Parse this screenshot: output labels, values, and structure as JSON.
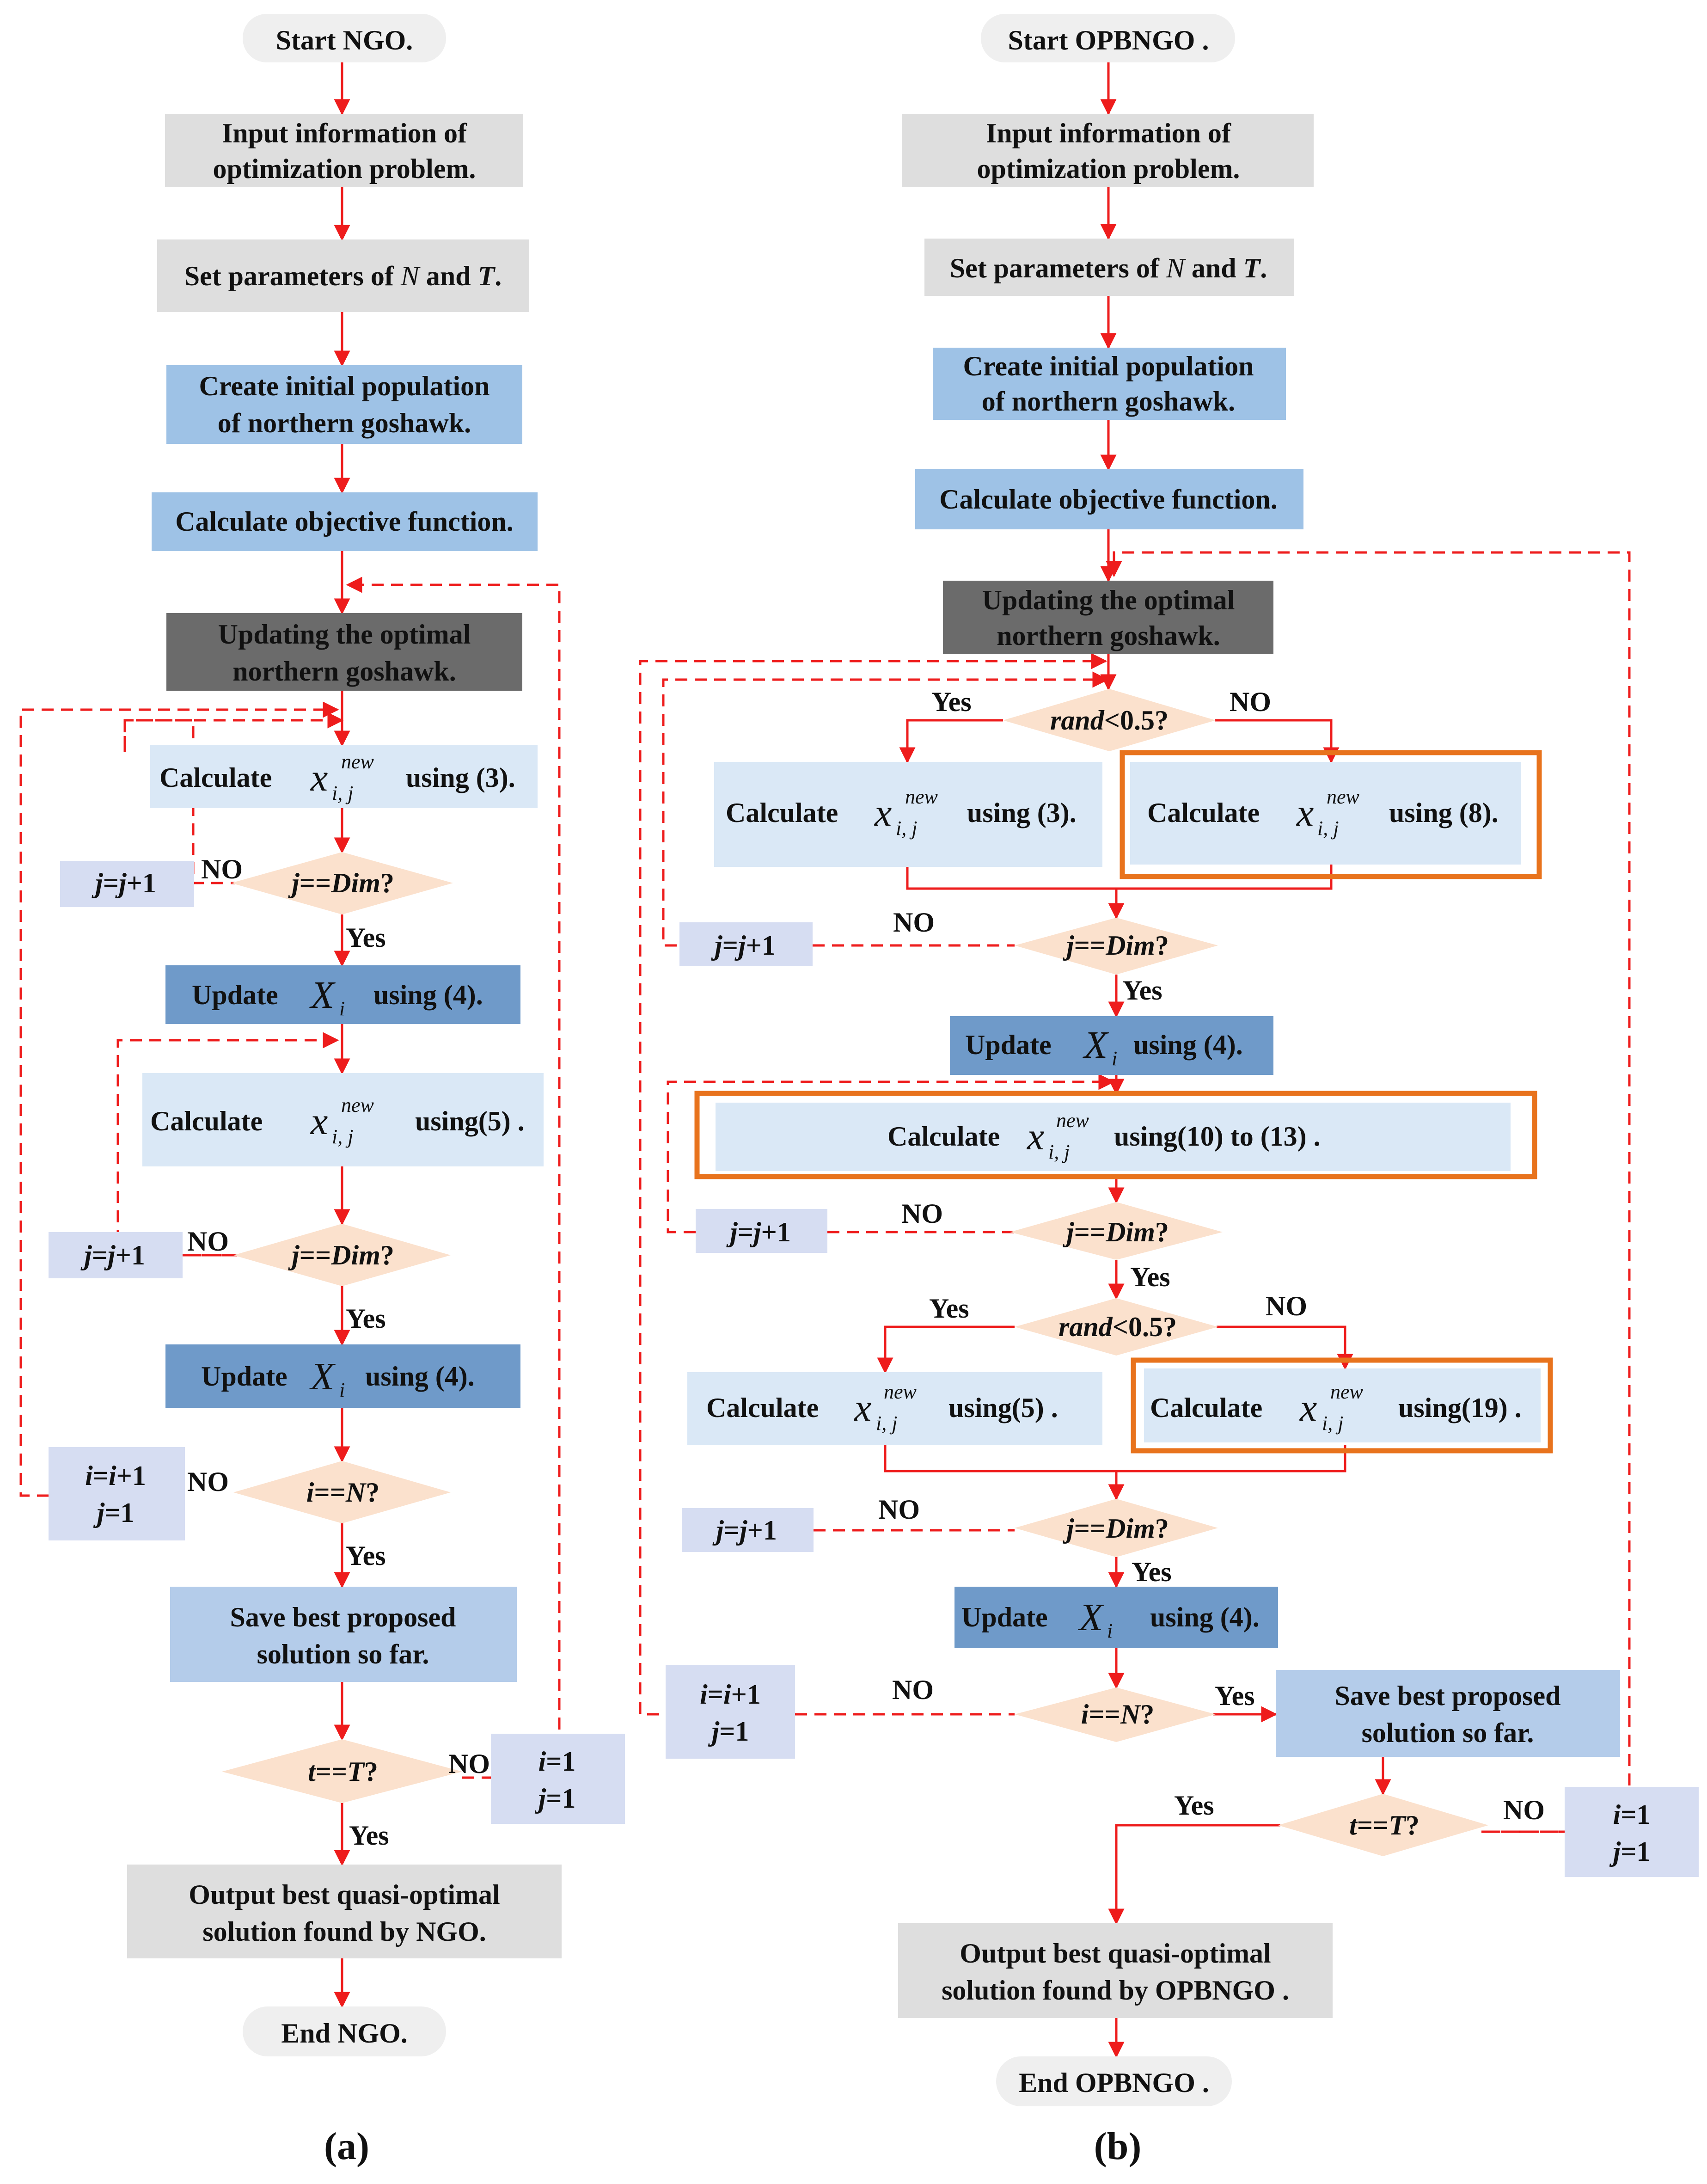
{
  "colors": {
    "terminal": "#efefef",
    "gray": "#dedede",
    "mid_blue": "#9ec2e6",
    "light_blue": "#dae8f6",
    "dark_blue": "#6f9ac9",
    "dark_gray": "#6b6b6b",
    "lavender": "#d6ddf2",
    "diamond": "#fbe1cd",
    "arrow": "#ee1c1c",
    "highlight": "#e8731d"
  },
  "common": {
    "input_l1": "Input information of",
    "input_l2": "optimization problem.",
    "set_pre": "Set parameters of ",
    "set_N": "N",
    "set_mid": " and ",
    "set_T": "T",
    "set_post": ".",
    "create_l1": "Create initial population",
    "create_l2": "of northern goshawk.",
    "objective": "Calculate objective function.",
    "update_opt_l1": "Updating the optimal",
    "update_opt_l2": "northern goshawk.",
    "calculate": "Calculate",
    "x_sym": "x",
    "x_sup": "new",
    "x_sub": "i, j",
    "update": "Update",
    "X_sym": "X",
    "X_sub": "i",
    "using4": "using (4).",
    "using3": "using (3).",
    "using5": "using(5) .",
    "using8": "using (8).",
    "using10_13": "using(10) to (13) .",
    "using19": "using(19) .",
    "jdim_j": "j",
    "jdim_eq": "==",
    "jdim_dim": "Dim",
    "jdim_q": "?",
    "iN_i": "i",
    "iN_eq": "==",
    "iN_N": "N",
    "iN_q": "?",
    "tT_t": "t",
    "tT_eq": "==",
    "tT_T": "T",
    "tT_q": "?",
    "rand_r": "rand",
    "rand_rest": "<0.5?",
    "jinc_j": "j",
    "jinc_eq": "=",
    "jinc_rest": "+1",
    "i_inc_i": "i",
    "i_inc_eq": "=",
    "i_inc_rest": "+1",
    "i1_i": "i",
    "i1_rest": "=1",
    "j1_j": "j",
    "j1_rest": "=1",
    "save_l1": "Save best proposed",
    "save_l2": "solution so far.",
    "output_l1": "Output  best quasi-optimal",
    "yes": "Yes",
    "no": "NO"
  },
  "a": {
    "start": "Start NGO.",
    "output_l2": "solution found by NGO.",
    "end": "End NGO.",
    "caption": "(a)"
  },
  "b": {
    "start": "Start OPBNGO .",
    "output_l2": "solution found by OPBNGO .",
    "end": "End OPBNGO .",
    "caption": "(b)"
  }
}
